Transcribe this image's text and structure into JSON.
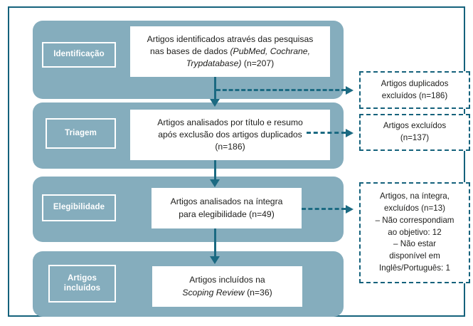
{
  "diagram": {
    "type": "prisma-flow-diagram",
    "language": "pt-BR",
    "colors": {
      "frame_border": "#15627c",
      "band_fill": "#85adbd",
      "connector": "#1b6a82",
      "box_fill": "#ffffff",
      "body_text": "#1d1d1b",
      "label_text": "#ffffff"
    }
  },
  "stages": [
    {
      "id": "identificacao",
      "label": "Identificação",
      "box": {
        "line1": "Artigos identificados através das pesquisas",
        "line2_prefix": "nas bases de dados ",
        "line2_italic": "(PubMed, Cochrane,",
        "line3_italic": "Trypdatabase)",
        "line3_suffix": " (n=207)"
      },
      "count": 207
    },
    {
      "id": "triagem",
      "label": "Triagem",
      "box": {
        "line1": "Artigos analisados por título e resumo",
        "line2": "após exclusão dos artigos duplicados",
        "line3": "(n=186)"
      },
      "count": 186
    },
    {
      "id": "elegibilidade",
      "label": "Elegibilidade",
      "box": {
        "line1": "Artigos analisados na íntegra",
        "line2": "para elegibilidade (n=49)"
      },
      "count": 49
    },
    {
      "id": "artigos-incluidos",
      "label_line1": "Artigos",
      "label_line2": "incluídos",
      "box": {
        "line1": "Artigos incluídos na",
        "line2_italic": "Scoping Review",
        "line2_suffix": " (n=36)"
      },
      "count": 36
    }
  ],
  "exclusions": [
    {
      "id": "duplicados",
      "line1": "Artigos duplicados",
      "line2": "excluídos (n=186)",
      "count": 186
    },
    {
      "id": "excluidos-triagem",
      "line1": "Artigos excluídos",
      "line2": "(n=137)",
      "count": 137
    },
    {
      "id": "excluidos-integra",
      "line1": "Artigos, na íntegra,",
      "line2": "excluídos (n=13)",
      "line3": "– Não correspondiam",
      "line4": "ao objetivo: 12",
      "line5": "– Não estar",
      "line6": "disponível em",
      "line7": "Inglês/Português: 1",
      "count": 13,
      "reasons": [
        {
          "text": "Não correspondiam ao objetivo",
          "count": 12
        },
        {
          "text": "Não estar disponível em Inglês/Português",
          "count": 1
        }
      ]
    }
  ]
}
